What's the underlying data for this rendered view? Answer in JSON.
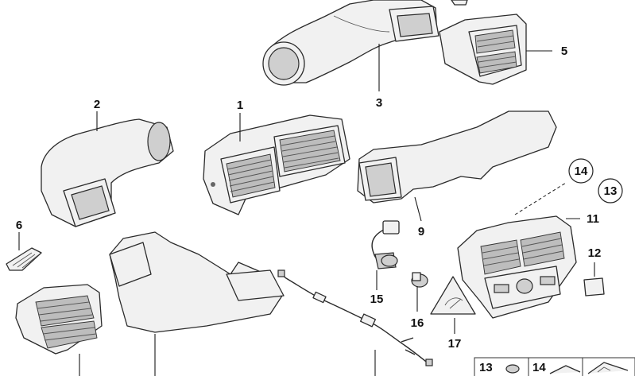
{
  "labels": {
    "p1": "1",
    "p2": "2",
    "p3": "3",
    "p5": "5",
    "p6": "6",
    "p9": "9",
    "p11": "11",
    "p12": "12",
    "p13": "13",
    "p14": "14",
    "p15": "15",
    "p16": "16",
    "p17": "17",
    "legend13": "13",
    "legend14": "14"
  }
}
